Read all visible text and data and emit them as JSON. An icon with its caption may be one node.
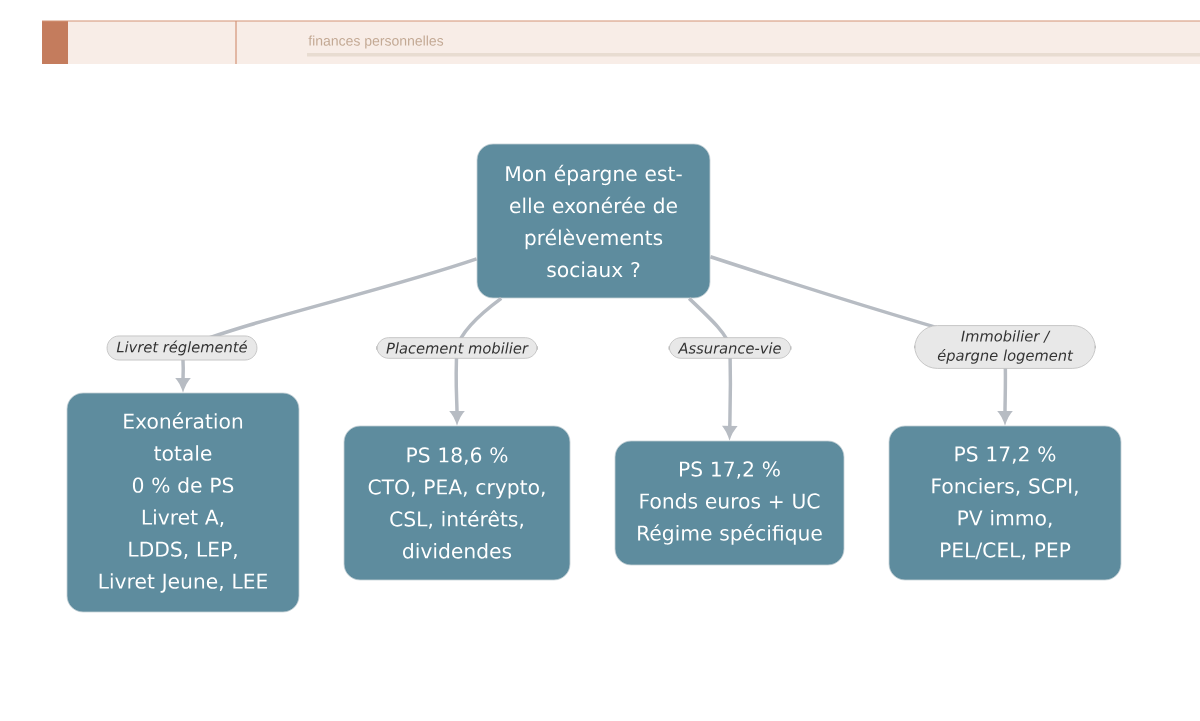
{
  "diagram": {
    "nodes": [
      {
        "text": [
          "Mon épargne est-elle exonérée de prélèvements sociaux ?"
        ]
      },
      {
        "text": [
          "Exonération totale",
          "0 % de PS",
          "Livret A, LDDS, LEP,",
          "Livret Jeune, LEE"
        ]
      },
      {
        "text": [
          "PS 18,6 %",
          "CTO, PEA, crypto, CSL, intérêts, dividendes"
        ]
      },
      {
        "text": [
          "PS 17,2 %",
          "Fonds euros + UC",
          "Régime spécifique"
        ]
      },
      {
        "text": [
          "PS 17,2 %",
          "Fonciers, SCPI, PV immo, PEL/CEL, PEP"
        ]
      }
    ],
    "edges": [
      {
        "from": 0,
        "to": 1,
        "arrow": "to",
        "label": "Livret réglementé"
      },
      {
        "from": 0,
        "to": 2,
        "arrow": "to",
        "label": "Placement mobilier"
      },
      {
        "from": 0,
        "to": 3,
        "arrow": "to",
        "label": "Assurance-vie"
      },
      {
        "from": 0,
        "to": 4,
        "arrow": "to",
        "label": "Immobilier / épargne logement"
      }
    ],
    "labels": [
      "finances personnelles"
    ]
  }
}
